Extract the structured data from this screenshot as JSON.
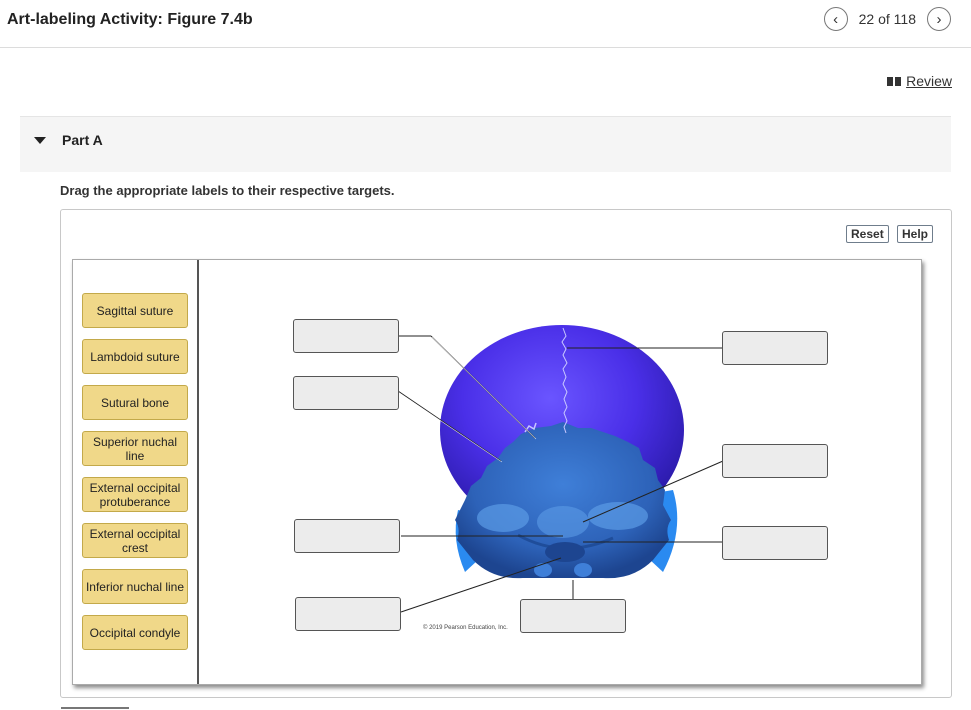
{
  "header": {
    "title": "Art-labeling Activity: Figure 7.4b",
    "pager_text": "22 of 118"
  },
  "review_link": {
    "label": "Review"
  },
  "part": {
    "title": "Part A"
  },
  "instructions": "Drag the appropriate labels to their respective targets.",
  "toolbar": {
    "reset_label": "Reset",
    "help_label": "Help"
  },
  "labels": [
    {
      "text": "Sagittal suture"
    },
    {
      "text": "Lambdoid suture"
    },
    {
      "text": "Sutural bone"
    },
    {
      "text": "Superior nuchal line"
    },
    {
      "text": "External occipital protuberance"
    },
    {
      "text": "External occipital crest"
    },
    {
      "text": "Inferior nuchal line"
    },
    {
      "text": "Occipital condyle"
    }
  ],
  "figure": {
    "copyright": "© 2019 Pearson Education, Inc."
  },
  "icons": {
    "prev": "chevron-left-icon",
    "next": "chevron-right-icon",
    "review": "book-icon",
    "collapse": "triangle-down-icon"
  }
}
